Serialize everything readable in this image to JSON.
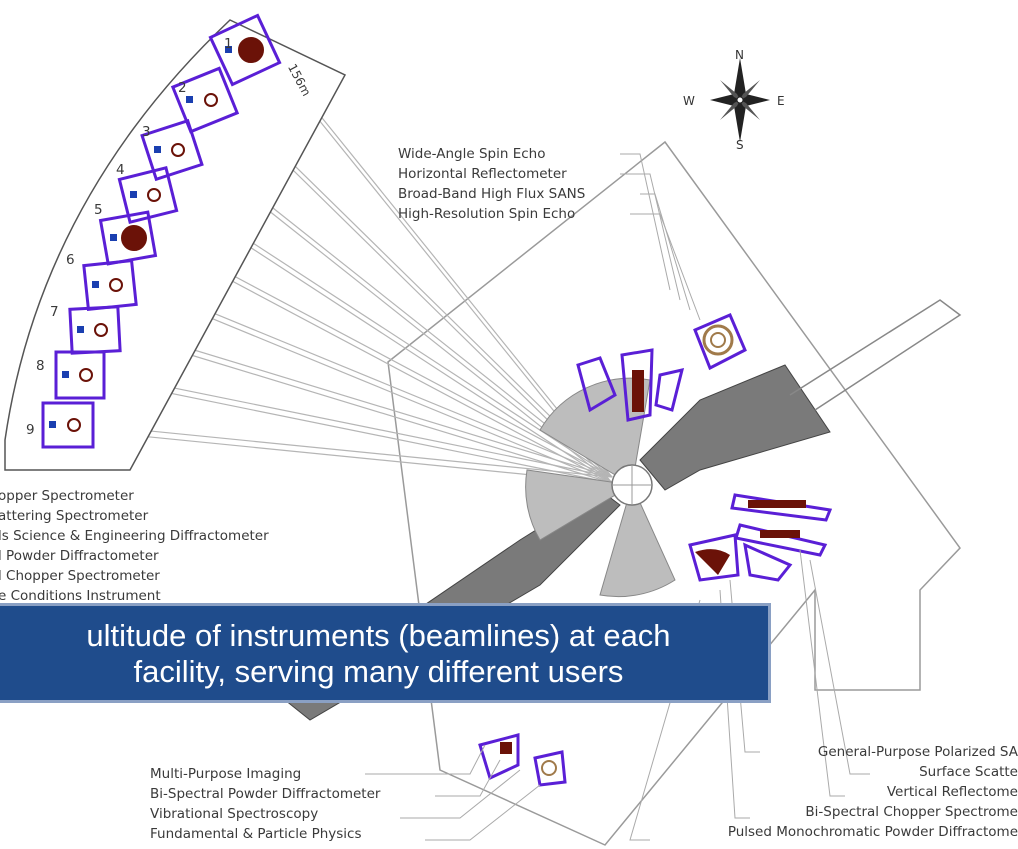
{
  "compass": {
    "n": "N",
    "e": "E",
    "s": "S",
    "w": "W"
  },
  "scale_label": "156m",
  "numbers": [
    "1",
    "2",
    "3",
    "4",
    "5",
    "6",
    "7",
    "8",
    "9"
  ],
  "labels_top": [
    "Wide-Angle Spin Echo",
    "Horizontal Reflectometer",
    "Broad-Band High Flux SANS",
    "High-Resolution Spin Echo"
  ],
  "labels_left": [
    "opper Spectrometer",
    "attering Spectrometer",
    "ls Science & Engineering Diffractometer",
    "l Powder Diffractometer",
    "l Chopper Spectrometer",
    "e Conditions Instrument"
  ],
  "labels_bottom_left": [
    "Multi-Purpose Imaging",
    "Bi-Spectral Powder Diffractometer",
    "Vibrational Spectroscopy",
    "Fundamental & Particle Physics"
  ],
  "labels_bottom_right": [
    "General-Purpose Polarized SA",
    "Surface Scatte",
    "Vertical Reflectome",
    "Bi-Spectral Chopper Spectrome",
    "Pulsed Monochromatic Powder Diffractome"
  ],
  "banner": {
    "line1": "ultitude of instruments (beamlines) at each",
    "line2": "facility, serving many different users"
  },
  "colors": {
    "instrument_outline": "#5a1fd6",
    "sample": "#6b1208",
    "target": "#8c8c8c",
    "banner_bg": "#1f4c8c",
    "lines": "#9a9a9a"
  }
}
